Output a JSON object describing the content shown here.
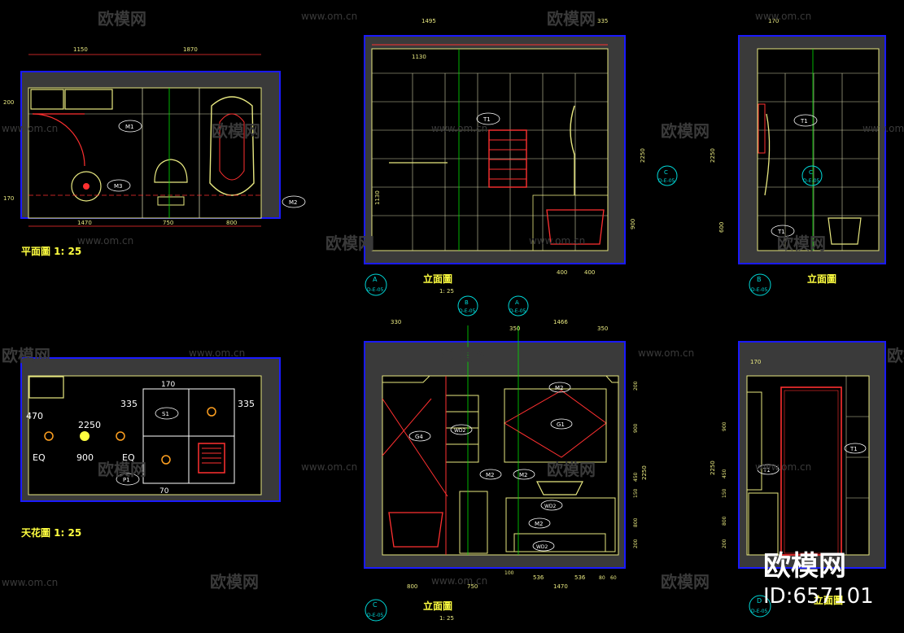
{
  "watermark": {
    "brand": "欧模网",
    "url": "www.om.cn",
    "id": "ID:657101"
  },
  "plan": {
    "title": "平面圖 1: 25",
    "dims": [
      "1150",
      "1870",
      "1470",
      "750",
      "800",
      "200",
      "170"
    ],
    "tags": [
      "M1",
      "M3",
      "M2"
    ]
  },
  "ceiling": {
    "title": "天花圖 1: 25",
    "dims": [
      "335",
      "335",
      "470",
      "2250",
      "900",
      "170",
      "70"
    ],
    "labels": [
      "EQ",
      "EQ"
    ],
    "tags": [
      "S1",
      "P1"
    ]
  },
  "elevA": {
    "title": "立面圖",
    "scale": "1: 25",
    "mark_letter": "A",
    "mark_ref": "D-E-05",
    "dims_top": [
      "1495",
      "335",
      "1130"
    ],
    "dims_right": [
      "2250",
      "900"
    ],
    "dims_left": [
      "1130"
    ],
    "dims_bottom": [
      "400",
      "400"
    ],
    "tags": [
      "T1"
    ],
    "section_mark": {
      "letter": "C",
      "ref": "D-E-05"
    }
  },
  "elevB": {
    "title": "立面圖",
    "mark_letter": "B",
    "mark_ref": "D-E-05",
    "dims_top": [
      "170"
    ],
    "dims_left": [
      "2250",
      "600"
    ],
    "tags": [
      "T1",
      "T1"
    ],
    "section_mark": {
      "letter": "C",
      "ref": "D-E-05"
    }
  },
  "elevC": {
    "title": "立面圖",
    "scale": "1: 25",
    "mark_letter": "C",
    "mark_ref": "D-E-05",
    "dims_top": [
      "330",
      "350",
      "1466",
      "350"
    ],
    "dims_right": [
      "2250",
      "200",
      "900",
      "450",
      "150",
      "800",
      "200"
    ],
    "dims_bottom": [
      "800",
      "750",
      "100",
      "536",
      "1470",
      "536",
      "80",
      "60"
    ],
    "tags": [
      "M2",
      "G1",
      "G4",
      "WD2",
      "M2",
      "M2",
      "WD2",
      "M2",
      "WD2"
    ],
    "top_marks": [
      {
        "letter": "B",
        "ref": "D-E-05"
      },
      {
        "letter": "A",
        "ref": "D-E-05"
      }
    ]
  },
  "elevD": {
    "title": "立面圖",
    "mark_letter": "D",
    "mark_ref": "D-E-05",
    "dims_top": [
      "170"
    ],
    "dims_left": [
      "2250",
      "900",
      "450",
      "150",
      "800",
      "200"
    ],
    "tags": [
      "T1",
      "T1"
    ]
  },
  "colors": {
    "wall": "#3a3a3a",
    "outline": "#1a1aff",
    "lines": "#e8e880",
    "grid": "#cfcfa8",
    "red": "#ff3030",
    "green": "#00e000",
    "cyan": "#00d8d8",
    "white": "#ffffff",
    "magenta": "#ff40ff"
  }
}
